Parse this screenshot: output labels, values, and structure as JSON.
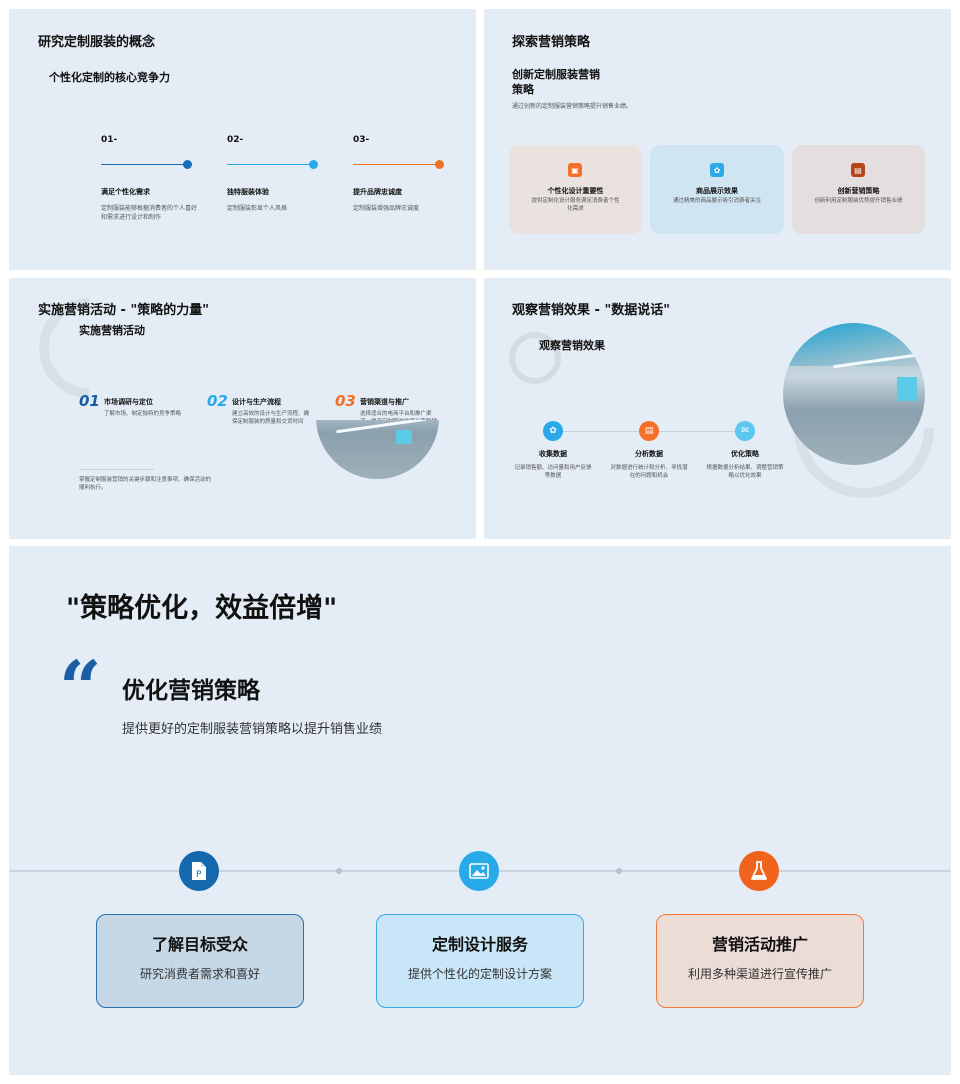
{
  "slide1": {
    "title": "研究定制服装的概念",
    "subtitle": "个性化定制的核心竞争力",
    "steps": [
      {
        "num": "01-",
        "heading": "满足个性化需求",
        "desc": "定制服装能够根据消费者的个人喜好和需求进行设计和制作",
        "color": "#1670b8"
      },
      {
        "num": "02-",
        "heading": "独特服装体验",
        "desc": "定制服装彰显个人风格",
        "color": "#29a9e8"
      },
      {
        "num": "03-",
        "heading": "提升品牌忠诚度",
        "desc": "定制服装增强品牌忠诚度",
        "color": "#f07026"
      }
    ]
  },
  "slide2": {
    "title": "探索营销策略",
    "subtitle": "创新定制服装营销策略",
    "intro": "通过创新的定制服装营销策略提升销售业绩。",
    "cards": [
      {
        "heading": "个性化设计重要性",
        "desc": "提供定制化设计服务满足消费者个性化需求",
        "icon": "shop-icon",
        "icon_color": "#f4702a",
        "bg": "#e9e2de"
      },
      {
        "heading": "商品展示效果",
        "desc": "通过精美的商品展示吸引消费者关注",
        "icon": "gear-icon",
        "icon_color": "#29a9e8",
        "bg": "#cfe5f1"
      },
      {
        "heading": "创新营销策略",
        "desc": "创新利用定制服装优势提升销售业绩",
        "icon": "briefcase-icon",
        "icon_color": "#b5451b",
        "bg": "#e4dfde"
      }
    ]
  },
  "slide3": {
    "title": "实施营销活动 - \"策略的力量\"",
    "subtitle": "实施营销活动",
    "items": [
      {
        "num": "01",
        "heading": "市场调研与定位",
        "desc": "了解市场、制定独特的竞争策略",
        "color": "#1a5ea8"
      },
      {
        "num": "02",
        "heading": "设计与生产流程",
        "desc": "建立高效的设计与生产流程、确保定制服装的质量和交货时间",
        "color": "#29a9e8"
      },
      {
        "num": "03",
        "heading": "营销渠道与推广",
        "desc": "选择适合的电商平台和推广渠道、提高定制服装的曝光率和销售量",
        "color": "#f07026"
      }
    ],
    "note": "掌握定制服装营销的关键步骤和注意事项、确保活动的顺利执行。"
  },
  "slide4": {
    "title": "观察营销效果 - \"数据说话\"",
    "subtitle": "观察营销效果",
    "steps": [
      {
        "heading": "收集数据",
        "desc": "记录销售额、访问量和用户反馈等数据",
        "icon": "gear-icon",
        "color": "#29a9e8"
      },
      {
        "heading": "分析数据",
        "desc": "对数据进行统计和分析、寻找潜在的问题和机会",
        "icon": "chart-icon",
        "color": "#f4702a"
      },
      {
        "heading": "优化策略",
        "desc": "根据数据分析结果、调整营销策略以优化效果",
        "icon": "mail-icon",
        "color": "#5cc7f0"
      }
    ]
  },
  "slide5": {
    "title": "\"策略优化，效益倍增\"",
    "quote_mark": "“",
    "heading": "优化营销策略",
    "desc": "提供更好的定制服装营销策略以提升销售业绩",
    "cards": [
      {
        "heading": "了解目标受众",
        "desc": "研究消费者需求和喜好",
        "icon": "document-icon",
        "icon_bg": "#1668ad",
        "bg": "#c6d8e6",
        "border": "#2a6fae"
      },
      {
        "heading": "定制设计服务",
        "desc": "提供个性化的定制设计方案",
        "icon": "image-icon",
        "icon_bg": "#29aae8",
        "bg": "#c8e6f7",
        "border": "#3aa8e4"
      },
      {
        "heading": "营销活动推广",
        "desc": "利用多种渠道进行宣传推广",
        "icon": "flask-icon",
        "icon_bg": "#f0631c",
        "bg": "#ecdcd6",
        "border": "#ef7a3c"
      }
    ]
  }
}
